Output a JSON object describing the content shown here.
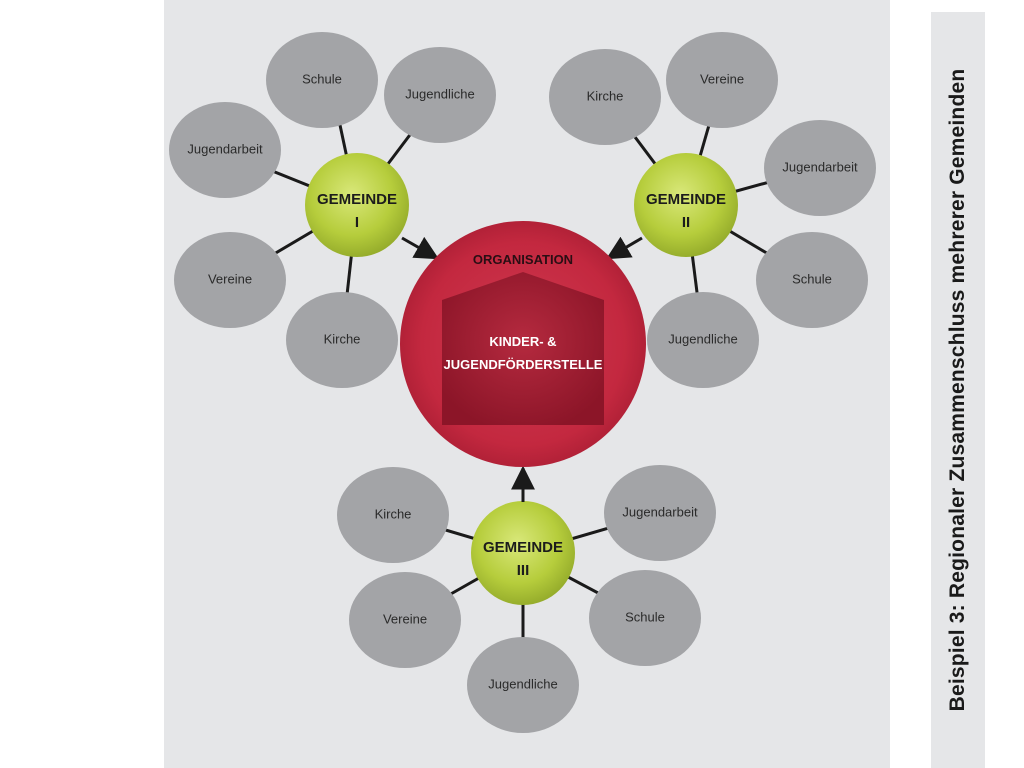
{
  "side_title": "Beispiel 3: Regionaler Zusammenschluss mehrerer Gemeinden",
  "organisation": {
    "title": "ORGANISATION",
    "line1": "KINDER- &",
    "line2": "JUGENDFÖRDERSTELLE"
  },
  "gemeinden": [
    {
      "line1": "GEMEINDE",
      "line2": "I",
      "satellites": [
        "Schule",
        "Jugendliche",
        "Jugendarbeit",
        "Vereine",
        "Kirche"
      ]
    },
    {
      "line1": "GEMEINDE",
      "line2": "II",
      "satellites": [
        "Kirche",
        "Vereine",
        "Jugendarbeit",
        "Schule",
        "Jugendliche"
      ]
    },
    {
      "line1": "GEMEINDE",
      "line2": "III",
      "satellites": [
        "Kirche",
        "Jugendarbeit",
        "Vereine",
        "Schule",
        "Jugendliche"
      ]
    }
  ],
  "colors": {
    "panel": "#e5e6e8",
    "satellite": "#a3a4a7",
    "hub": "#b6cd3c",
    "organisation": "#c3283f",
    "connector": "#1a1a1a"
  }
}
